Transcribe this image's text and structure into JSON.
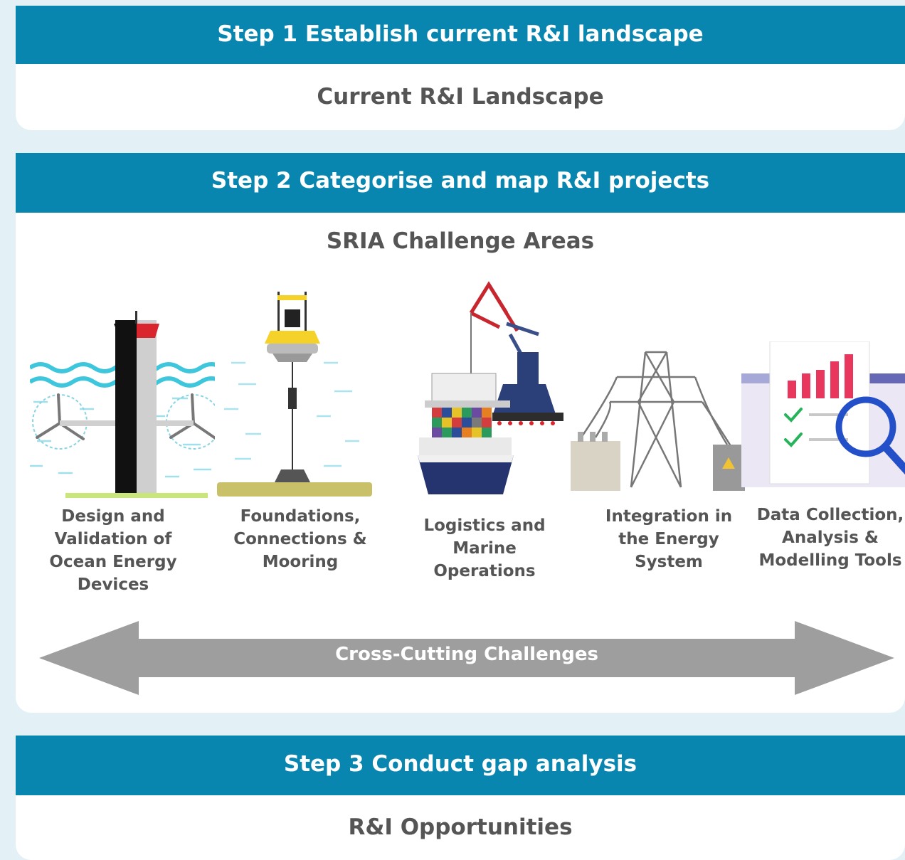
{
  "step1": {
    "header": "Step 1 Establish current R&I landscape",
    "subtitle": "Current R&I Landscape"
  },
  "step2": {
    "header": "Step 2 Categorise and map R&I projects",
    "subtitle": "SRIA Challenge Areas",
    "areas": [
      {
        "label": "Design and Validation of Ocean Energy Devices",
        "icon": "tidal-turbine-icon"
      },
      {
        "label": "Foundations, Connections & Mooring",
        "icon": "mooring-buoy-icon"
      },
      {
        "label": "Logistics and Marine Operations",
        "icon": "cargo-ship-crane-icon"
      },
      {
        "label": "Integration in the Energy System",
        "icon": "power-pylon-icon"
      },
      {
        "label": "Data Collection, Analysis & Modelling Tools",
        "icon": "data-analysis-icon"
      }
    ],
    "cross_cutting": "Cross-Cutting Challenges"
  },
  "step3": {
    "header": "Step 3 Conduct gap analysis",
    "subtitle": "R&I Opportunities"
  },
  "colors": {
    "header_blue": "#0986b0",
    "page_background": "#e3f1f6",
    "arrow_grey": "#9e9e9e",
    "text_grey": "#555555"
  }
}
